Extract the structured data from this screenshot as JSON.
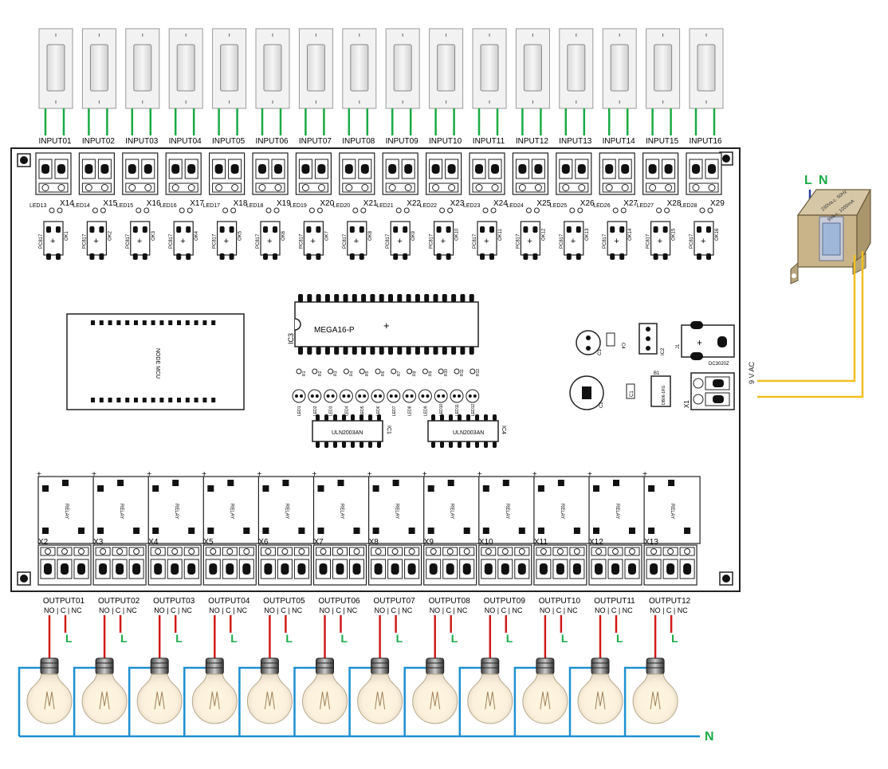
{
  "inputs": {
    "labels": [
      "INPUT01",
      "INPUT02",
      "INPUT03",
      "INPUT04",
      "INPUT05",
      "INPUT06",
      "INPUT07",
      "INPUT08",
      "INPUT09",
      "INPUT10",
      "INPUT11",
      "INPUT12",
      "INPUT13",
      "INPUT14",
      "INPUT15",
      "INPUT16"
    ],
    "terminals": [
      "X14",
      "X15",
      "X16",
      "X17",
      "X18",
      "X19",
      "X20",
      "X21",
      "X22",
      "X23",
      "X24",
      "X25",
      "X26",
      "X27",
      "X28",
      "X29"
    ],
    "leds": [
      "LED13",
      "LED14",
      "LED15",
      "LED16",
      "LED17",
      "LED18",
      "LED19",
      "LED20",
      "LED21",
      "LED22",
      "LED23",
      "LED24",
      "LED25",
      "LED26",
      "LED27",
      "LED28"
    ],
    "opto_part": "PC817",
    "opto_refs": [
      "OK1",
      "OK2",
      "OK3",
      "OK4",
      "OK5",
      "OK6",
      "OK7",
      "OK8",
      "OK9",
      "OK10",
      "OK11",
      "OK12",
      "OK13",
      "OK14",
      "OK15",
      "OK16"
    ]
  },
  "board": {
    "mcu_label": "MEGA16-P",
    "mcu_ref": "IC3",
    "nodemcu_label": "NODE MCU",
    "driver_label": "ULN2003AN",
    "driver_refs": [
      "IC1",
      "IC4"
    ],
    "power_jack": "DC3020Z",
    "power_jack_ref": "J1",
    "regulator_ref": "IC2",
    "rectifier_ref": "B1",
    "rectifier_label": "DB06-1RG",
    "cap_refs": [
      "C1",
      "C2",
      "C3",
      "C4"
    ],
    "power_terminal": "X1",
    "small_leds": [
      "LED1",
      "LED2",
      "LED3",
      "LED4",
      "LED5",
      "LED6",
      "LED7",
      "LED8",
      "LED9",
      "LED10",
      "LED11",
      "LED12"
    ],
    "resistor_refs": [
      "R1",
      "R2",
      "R3",
      "R4",
      "R5",
      "R6",
      "R7",
      "R8",
      "R9",
      "R10",
      "R11",
      "R12"
    ],
    "relay_label": "RELAY",
    "relay_terminals": [
      "X2",
      "X3",
      "X4",
      "X5",
      "X6",
      "X7",
      "X8",
      "X9",
      "X10",
      "X11",
      "X12",
      "X13"
    ]
  },
  "outputs": {
    "labels": [
      "OUTPUT01",
      "OUTPUT02",
      "OUTPUT03",
      "OUTPUT04",
      "OUTPUT05",
      "OUTPUT06",
      "OUTPUT07",
      "OUTPUT08",
      "OUTPUT09",
      "OUTPUT10",
      "OUTPUT11",
      "OUTPUT12"
    ],
    "contacts_label": "NO | C | NC",
    "line_label": "L",
    "neutral_label": "N"
  },
  "transformer": {
    "l_label": "L",
    "n_label": "N",
    "rating_primary": "230Va.c. 50Hz",
    "rating_secondary": "9Va.c. 1000mA",
    "output_label": "9 V AC"
  },
  "colors": {
    "green_wire": "#1aaa44",
    "red_wire": "#d01a1a",
    "blue_wire": "#1e90d0",
    "yellow_wire": "#f0c020",
    "l_text": "#1aaa44",
    "n_text": "#1aaa44",
    "transformer_blue": "#2a3fa0"
  }
}
